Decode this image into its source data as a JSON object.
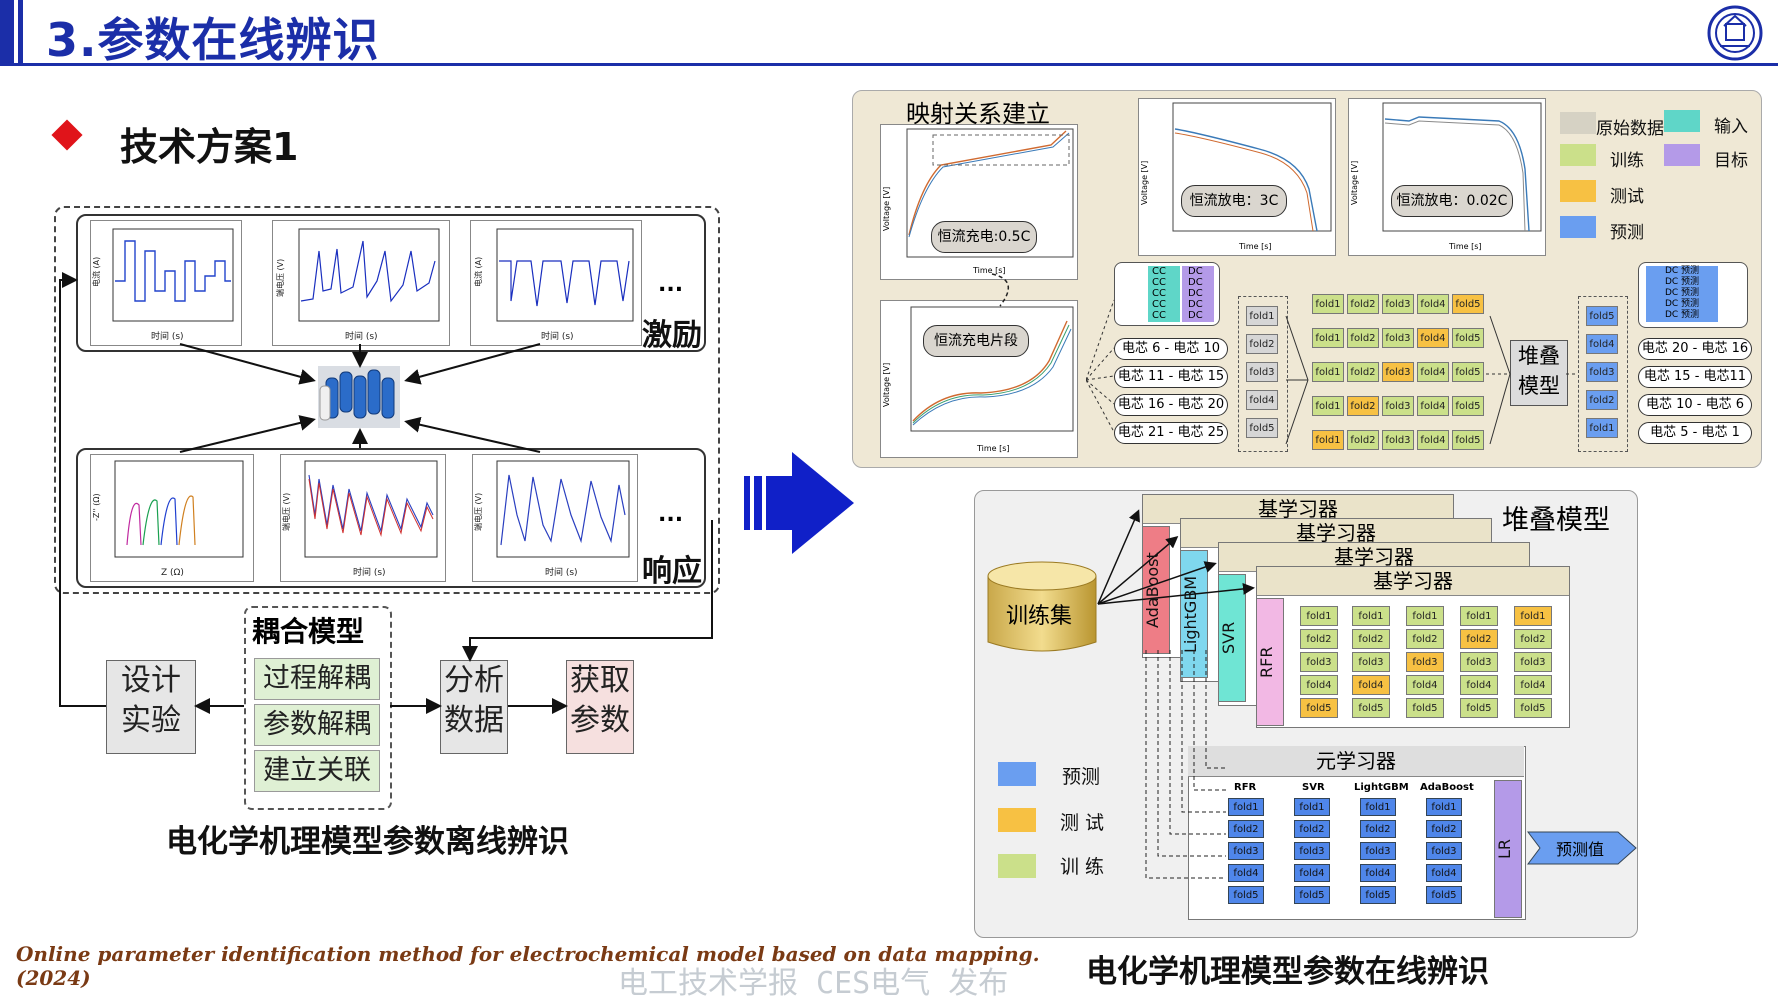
{
  "header": {
    "title": "3.参数在线辨识"
  },
  "scheme": {
    "label": "技术方案1"
  },
  "offline": {
    "excitation_label": "激励",
    "response_label": "响应",
    "ellipsis": "...",
    "charts_top": [
      {
        "ylabel": "电流 (A)",
        "xlabel": "时间 (s)"
      },
      {
        "ylabel": "端电压 (V)",
        "xlabel": "时间 (s)"
      },
      {
        "ylabel": "电流 (A)",
        "xlabel": "时间 (s)"
      }
    ],
    "charts_bottom": [
      {
        "ylabel": "-Z'' (Ω)",
        "xlabel": "Z (Ω)"
      },
      {
        "ylabel": "端电压 (V)",
        "xlabel": "时间 (s)"
      },
      {
        "ylabel": "端电压 (V)",
        "xlabel": "时间 (s)"
      }
    ],
    "coupling_title": "耦合模型",
    "coupling_items": [
      "过程解耦",
      "参数解耦",
      "建立关联"
    ],
    "design_label_1": "设计",
    "design_label_2": "实验",
    "analyze_label_1": "分析",
    "analyze_label_2": "数据",
    "obtain_label_1": "获取",
    "obtain_label_2": "参数",
    "caption": "电化学机理模型参数离线辨识"
  },
  "mapping": {
    "title": "映射关系建立",
    "chart1_label": "恒流充电:0.5C",
    "chart2_label": "恒流放电：3C",
    "chart3_label": "恒流放电：0.02C",
    "chart4_label": "恒流充电片段",
    "ylabel": "Voltage [V]",
    "xlabel_time": "Time [s]",
    "legend": [
      {
        "label": "原始数据",
        "color": "#d6d2c4"
      },
      {
        "label": "输入",
        "color": "#5fd6c8"
      },
      {
        "label": "训练",
        "color": "#cbe08a"
      },
      {
        "label": "目标",
        "color": "#b49ae8"
      },
      {
        "label": "测试",
        "color": "#f7c143"
      },
      {
        "label": "预测",
        "color": "#6a9ef0"
      }
    ],
    "cell_groups": [
      "电芯 6 - 电芯 10",
      "电芯 11 - 电芯 15",
      "电芯 16 - 电芯 20",
      "电芯 21 - 电芯 25"
    ],
    "cell_groups_right": [
      "电芯 20 - 电芯 16",
      "电芯 15 - 电芯11",
      "电芯 10 - 电芯 6",
      "电芯 5 - 电芯 1"
    ],
    "folds": [
      "fold1",
      "fold2",
      "fold3",
      "fold4",
      "fold5"
    ],
    "stack_label_1": "堆叠",
    "stack_label_2": "模型",
    "cc": "CC",
    "dc": "DC",
    "dc_pred": "DC 预测"
  },
  "stacking": {
    "title": "堆叠模型",
    "base_learner": "基学习器",
    "train_set": "训练集",
    "models": [
      "AdaBoost",
      "LightGBM",
      "SVR",
      "RFR"
    ],
    "meta_learner": "元学习器",
    "meta_cols": [
      "RFR",
      "SVR",
      "LightGBM",
      "AdaBoost"
    ],
    "lr": "LR",
    "pred_value": "预测值",
    "legend": [
      {
        "label": "预测",
        "color": "#6a9ef0"
      },
      {
        "label": "测 试",
        "color": "#f7c143"
      },
      {
        "label": "训 练",
        "color": "#cbe08a"
      }
    ]
  },
  "online_caption": "电化学机理模型参数在线辨识",
  "footer": {
    "citation_1": "Online parameter identification method for electrochemical model based on data mapping.",
    "citation_2": "(2024)",
    "watermark": "电工技术学报 CES电气 发布"
  }
}
